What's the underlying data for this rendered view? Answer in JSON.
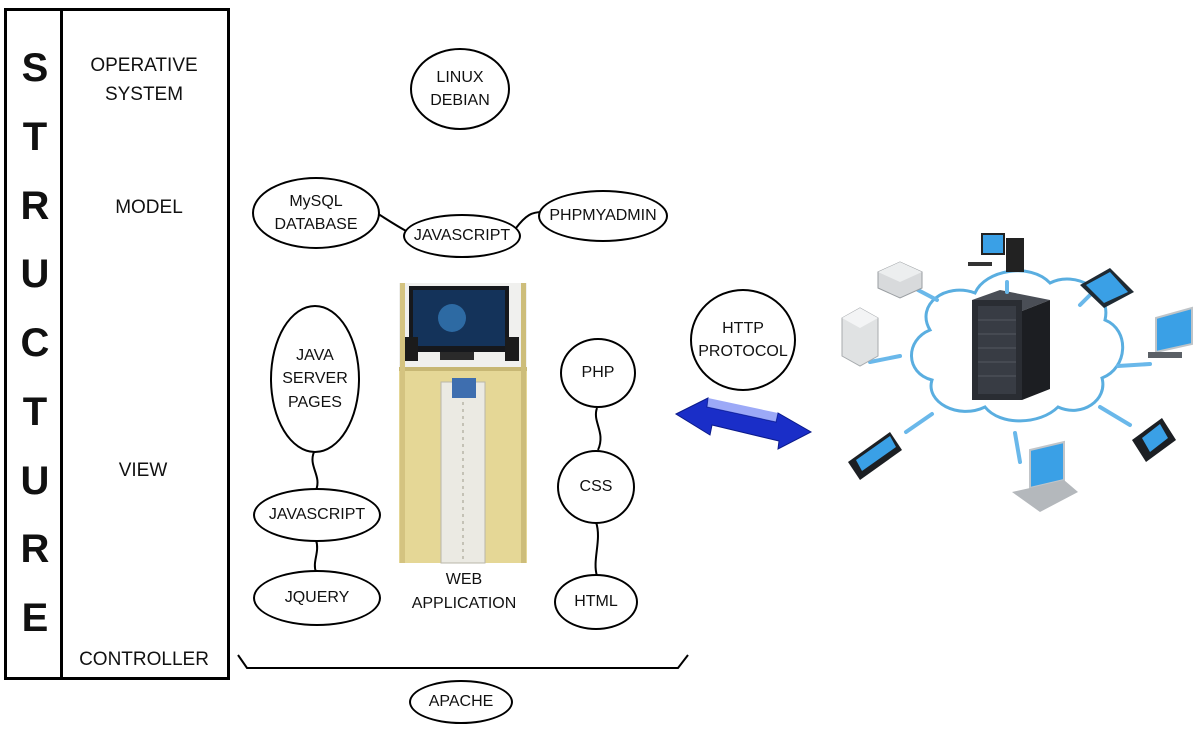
{
  "structure": {
    "letters": [
      "S",
      "T",
      "R",
      "U",
      "C",
      "T",
      "U",
      "R",
      "E"
    ]
  },
  "layers": {
    "operative_system": "OPERATIVE\nSYSTEM",
    "model": "MODEL",
    "view": "VIEW",
    "controller": "CONTROLLER"
  },
  "nodes": {
    "linux_debian": "LINUX\nDEBIAN",
    "mysql_database": "MySQL\nDATABASE",
    "javascript_model": "JAVASCRIPT",
    "phpmyadmin": "PHPMYADMIN",
    "java_server_pages": "JAVA\nSERVER\nPAGES",
    "javascript_view": "JAVASCRIPT",
    "jquery": "JQUERY",
    "php": "PHP",
    "css": "CSS",
    "html": "HTML",
    "http_protocol": "HTTP\nPROTOCOL",
    "apache": "APACHE"
  },
  "web_application": {
    "caption": "WEB\nAPPLICATION"
  },
  "colors": {
    "arrow": "#1a2ec8",
    "cloud_stroke": "#5aaee0",
    "cloud_fill": "#ffffff",
    "device_screen": "#3aa0e6",
    "server": "#2a2d33"
  }
}
